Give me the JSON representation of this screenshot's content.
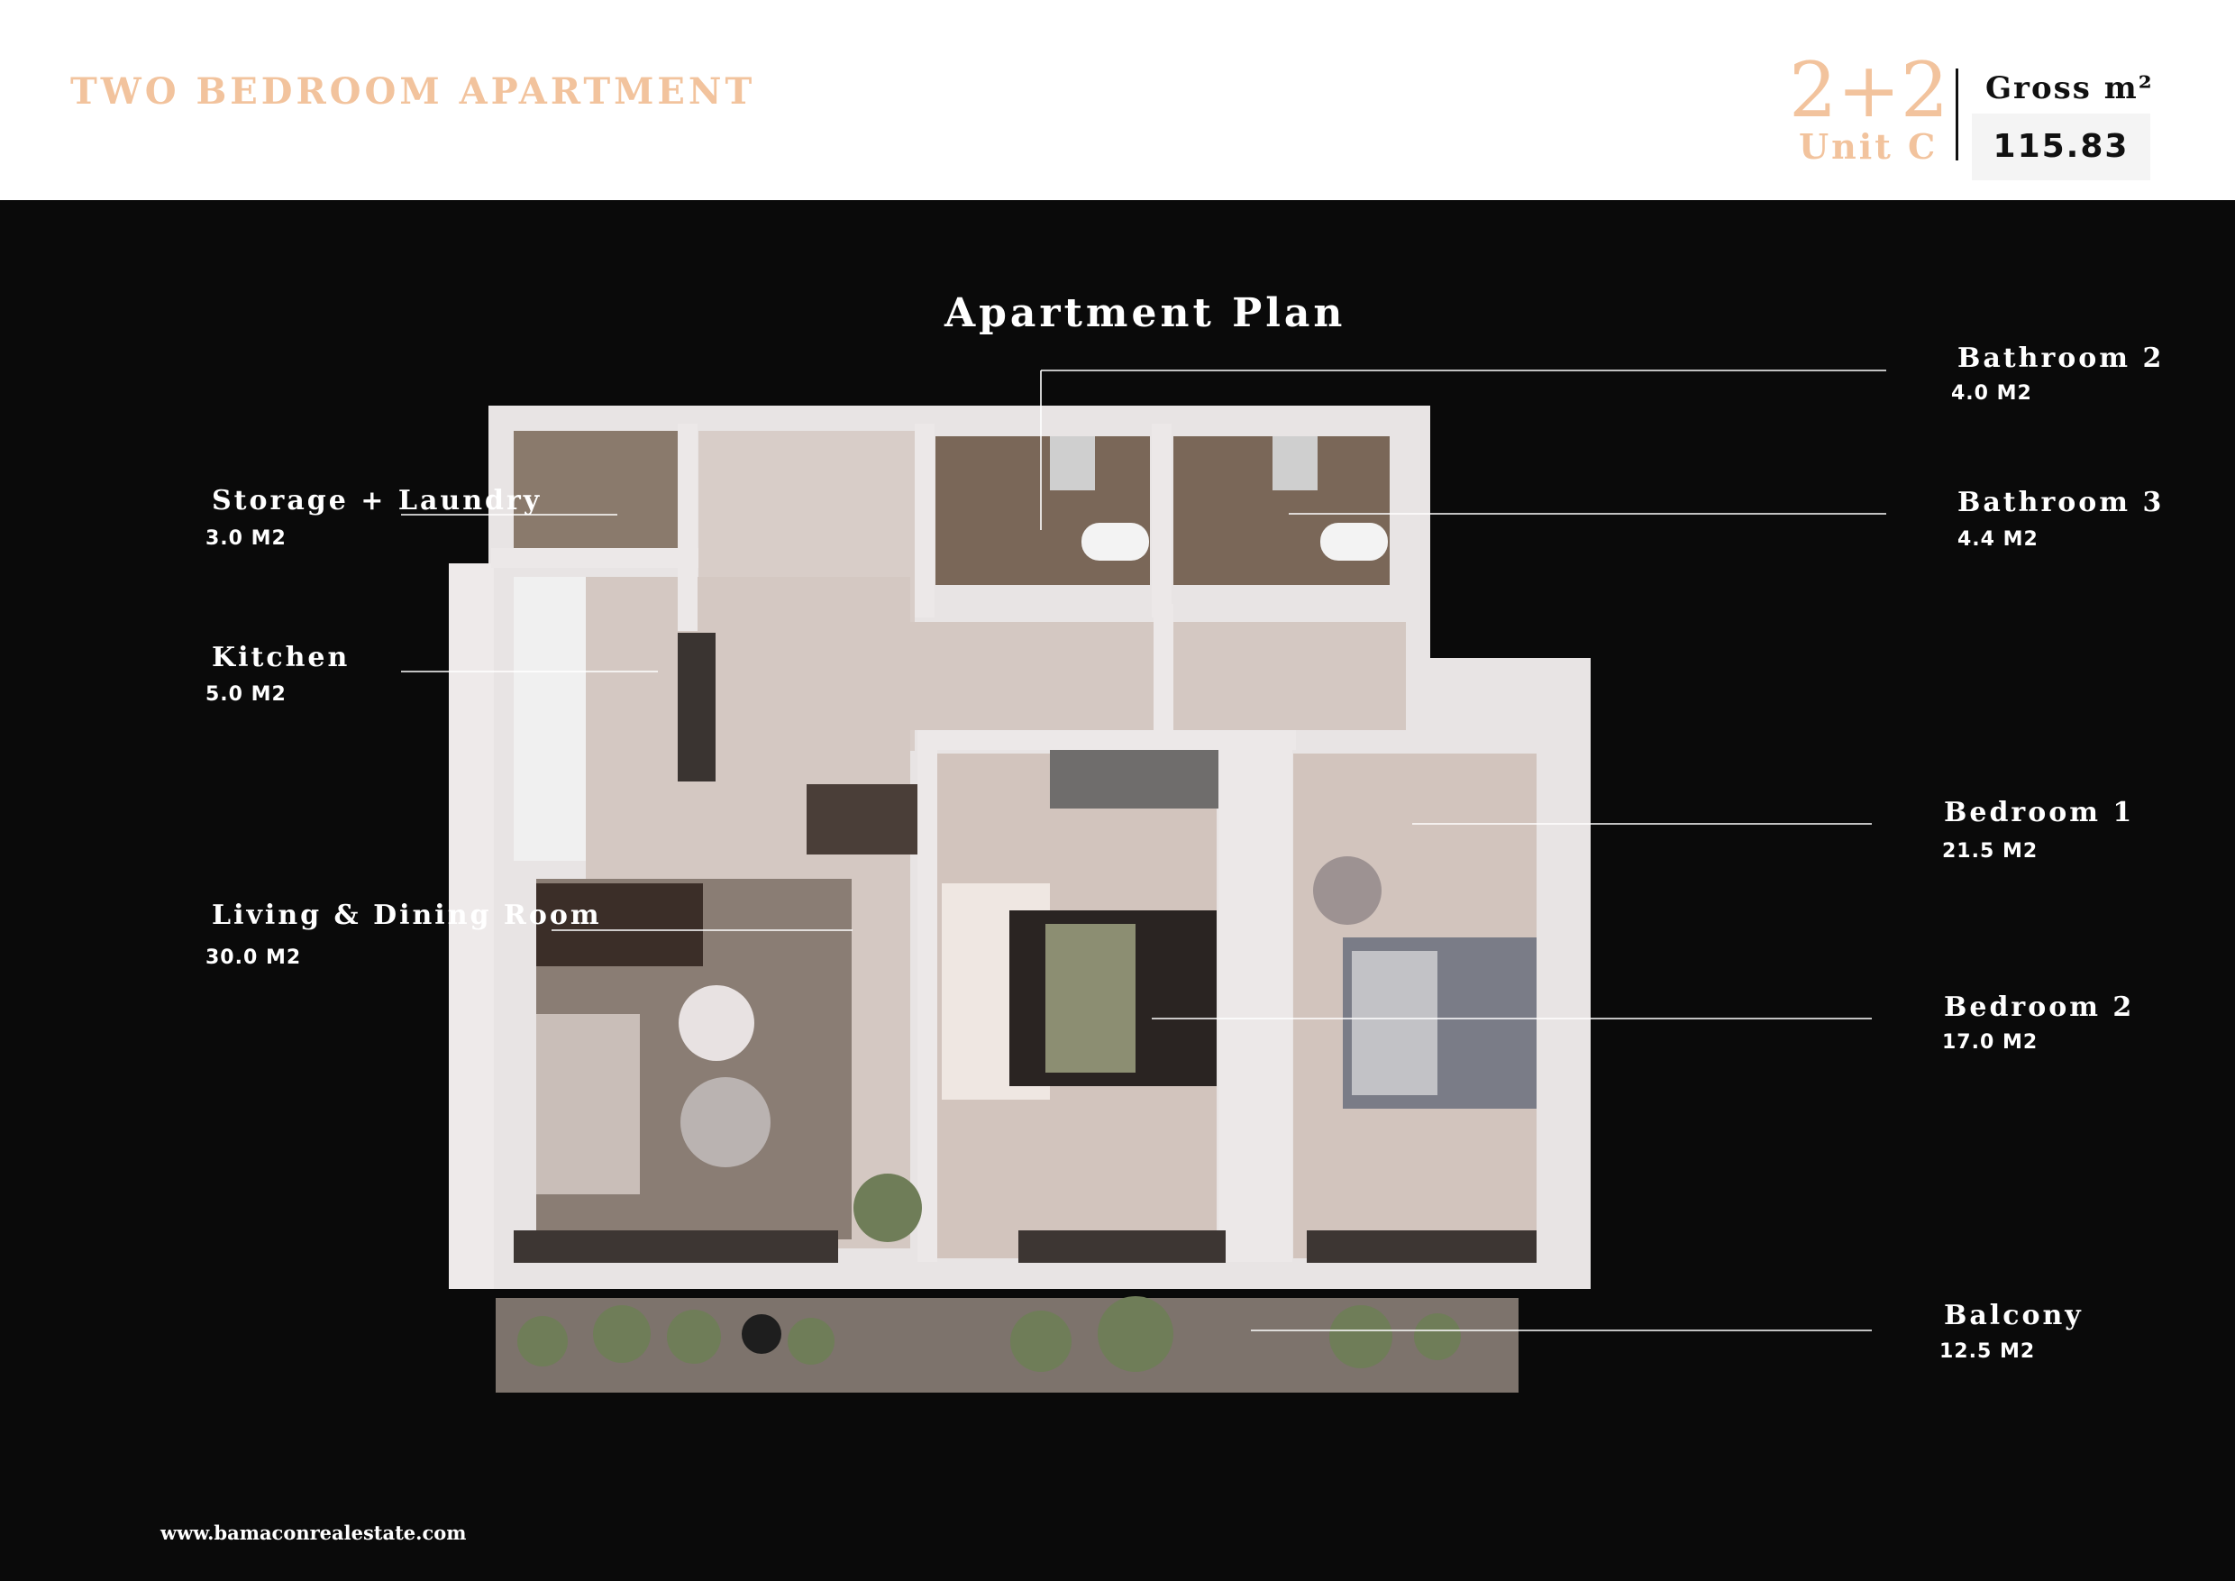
{
  "header": {
    "title": "TWO BEDROOM APARTMENT",
    "unit_type": "2+2",
    "unit_name": "Unit C",
    "gross_label": "Gross m²",
    "gross_value": "115.83"
  },
  "plan": {
    "title": "Apartment Plan"
  },
  "rooms": {
    "storage": {
      "name": "Storage + Laundry",
      "area": "3.0 M2"
    },
    "kitchen": {
      "name": "Kitchen",
      "area": "5.0 M2"
    },
    "living": {
      "name": "Living & Dining Room",
      "area": "30.0 M2"
    },
    "bath2": {
      "name": "Bathroom 2",
      "area": "4.0 M2"
    },
    "bath3": {
      "name": "Bathroom 3",
      "area": "4.4 M2"
    },
    "bed1": {
      "name": "Bedroom 1",
      "area": "21.5 M2"
    },
    "bed2": {
      "name": "Bedroom 2",
      "area": "17.0 M2"
    },
    "balcony": {
      "name": "Balcony",
      "area": "12.5 M2"
    }
  },
  "footer": {
    "url": "www.bamaconrealestate.com"
  },
  "colors": {
    "accent": "#f2c39d",
    "background": "#0a0a0a",
    "header_bg": "#ffffff"
  }
}
